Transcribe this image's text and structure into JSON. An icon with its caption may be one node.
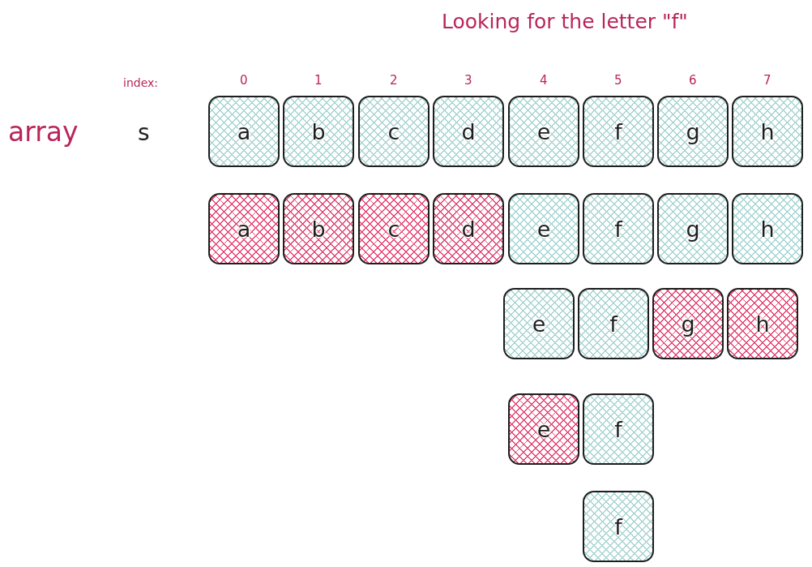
{
  "diagram": {
    "title": "Looking for the letter \"f\"",
    "nodes": [
      {
        "text": [
          "a"
        ]
      },
      {
        "text": [
          "b"
        ]
      },
      {
        "text": [
          "c"
        ]
      },
      {
        "text": [
          "d"
        ]
      },
      {
        "text": [
          "e"
        ]
      },
      {
        "text": [
          "f"
        ]
      },
      {
        "text": [
          "g"
        ]
      },
      {
        "text": [
          "h"
        ]
      },
      {
        "text": [
          "a"
        ]
      },
      {
        "text": [
          "b"
        ]
      },
      {
        "text": [
          "c"
        ]
      },
      {
        "text": [
          "d"
        ]
      },
      {
        "text": [
          "e"
        ]
      },
      {
        "text": [
          "f"
        ]
      },
      {
        "text": [
          "g"
        ]
      },
      {
        "text": [
          "h"
        ]
      },
      {
        "text": [
          "e"
        ]
      },
      {
        "text": [
          "f"
        ]
      },
      {
        "text": [
          "g"
        ]
      },
      {
        "text": [
          "h"
        ]
      },
      {
        "text": [
          "e"
        ]
      },
      {
        "text": [
          "f"
        ]
      },
      {
        "text": [
          "f"
        ]
      }
    ],
    "labels": [
      "index:",
      "0",
      "1",
      "2",
      "3",
      "4",
      "5",
      "6",
      "7",
      "array",
      "s"
    ]
  }
}
